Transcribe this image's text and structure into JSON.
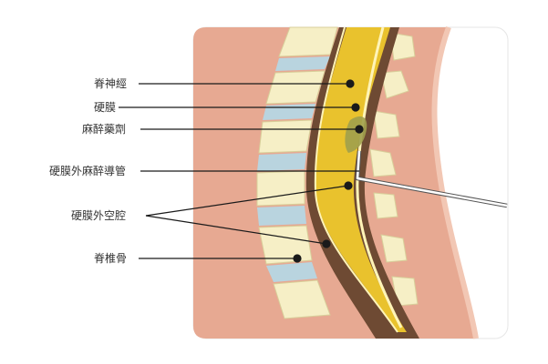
{
  "labels": {
    "spinal_nerve": "脊神經",
    "dura": "硬膜",
    "anesthetic": "麻醉藥劑",
    "catheter": "硬膜外麻醉導管",
    "epidural_space": "硬膜外空腔",
    "vertebra": "脊椎骨"
  },
  "colors": {
    "skin": "#e7a992",
    "skin_edge": "#c97e68",
    "vertebra": "#f6efc6",
    "vertebra_edge": "#d8cf9a",
    "disc": "#b9d4df",
    "epidural_space": "#6e4a33",
    "spinal_canal": "#e9c22d",
    "spinal_cord_light": "#fff4b8",
    "anesthetic": "#a0a04c",
    "leader": "#1a1a1a",
    "catheter": "#ffffff"
  }
}
